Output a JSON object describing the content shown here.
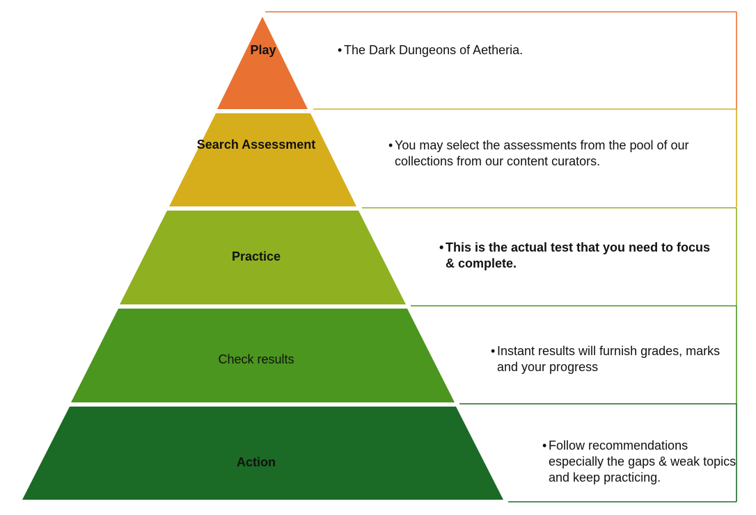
{
  "levels": [
    {
      "title": "Play",
      "description": "The Dark Dungeons of Aetheria.",
      "color": "#E97132",
      "border": "#E97132",
      "title_bold": true,
      "description_bold": false
    },
    {
      "title": "Search Assessment",
      "description": "You may select the assessments from the pool of our collections from our content curators.",
      "color": "#D6AE1B",
      "border": "#D6AE1B",
      "title_bold": true,
      "description_bold": false
    },
    {
      "title": "Practice",
      "description": "This is the actual test that you need to focus & complete.",
      "color": "#8FB021",
      "border": "#8FB021",
      "title_bold": true,
      "description_bold": true
    },
    {
      "title": "Check results",
      "description": "Instant results will furnish grades, marks and your progress",
      "color": "#4B961E",
      "border": "#4B961E",
      "title_bold": false,
      "description_bold": false
    },
    {
      "title": "Action",
      "description": "Follow recommendations especially the gaps & weak topics and keep practicing.",
      "color": "#1B6A25",
      "border": "#1B6A25",
      "title_bold": true,
      "description_bold": false
    }
  ],
  "bullet_glyph": "•"
}
